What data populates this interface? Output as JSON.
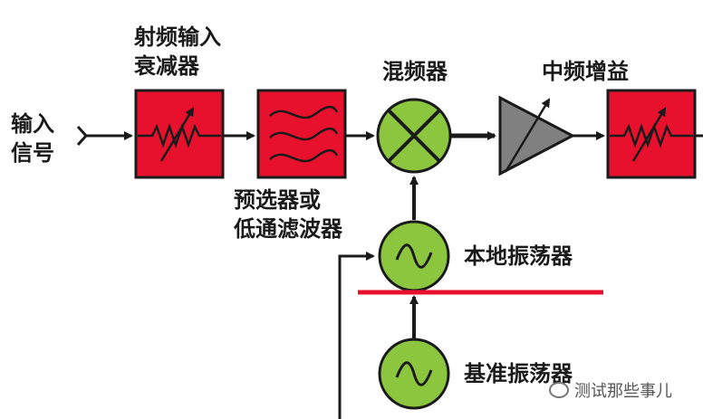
{
  "labels": {
    "input_signal": [
      "输入",
      "信号"
    ],
    "rf_attenuator": [
      "射频输入",
      "衰减器"
    ],
    "preselector": [
      "预选器或",
      "低通滤波器"
    ],
    "mixer": "混频器",
    "if_gain": "中频增益",
    "local_oscillator": "本地振荡器",
    "reference_oscillator": "基准振荡器"
  },
  "watermark": "测试那些事儿",
  "colors": {
    "block_red": "#e8112d",
    "osc_green": "#8cc63f",
    "amp_gray": "#808080",
    "line": "#1a1a1a",
    "highlight_line": "#e8112d"
  }
}
